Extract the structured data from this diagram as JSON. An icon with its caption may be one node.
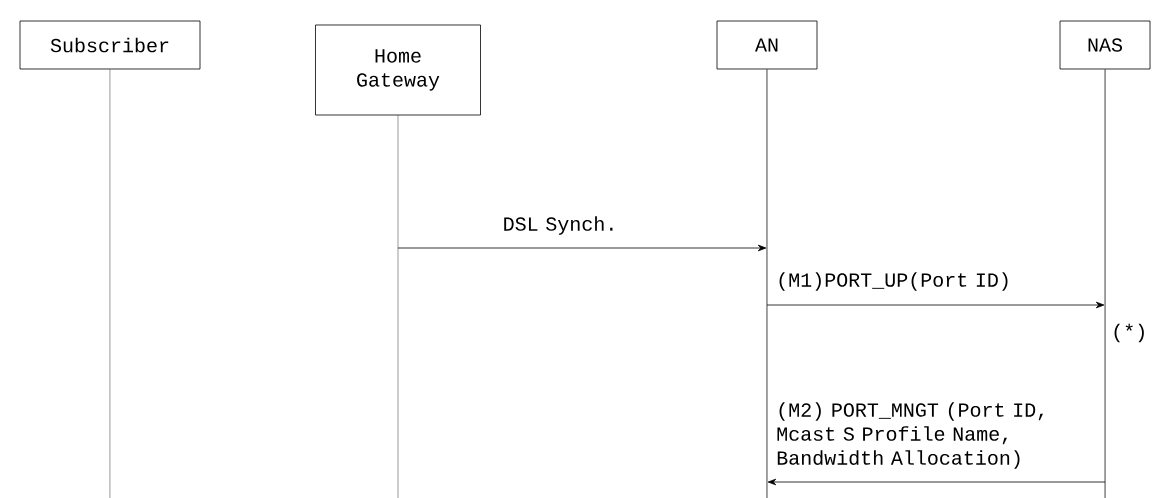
{
  "diagram": {
    "nodes": [
      {
        "text": [
          "Subscriber"
        ]
      },
      {
        "text": [
          "Home Gateway"
        ]
      },
      {
        "text": [
          "AN"
        ]
      },
      {
        "text": [
          "NAS"
        ]
      }
    ],
    "edges": [
      {
        "from": 1,
        "to": 2,
        "label": "DSL Synch.",
        "arrow": "to"
      },
      {
        "from": 2,
        "to": 3,
        "label": "(M1)PORT_UP(Port ID)",
        "arrow": "to"
      },
      {
        "from": 3,
        "to": 2,
        "label": "(M2) PORT_MNGT (Port ID, Mcast S Profile Name, Bandwidth Allocation)",
        "arrow": "to"
      }
    ],
    "labels": [
      "(*)"
    ]
  }
}
